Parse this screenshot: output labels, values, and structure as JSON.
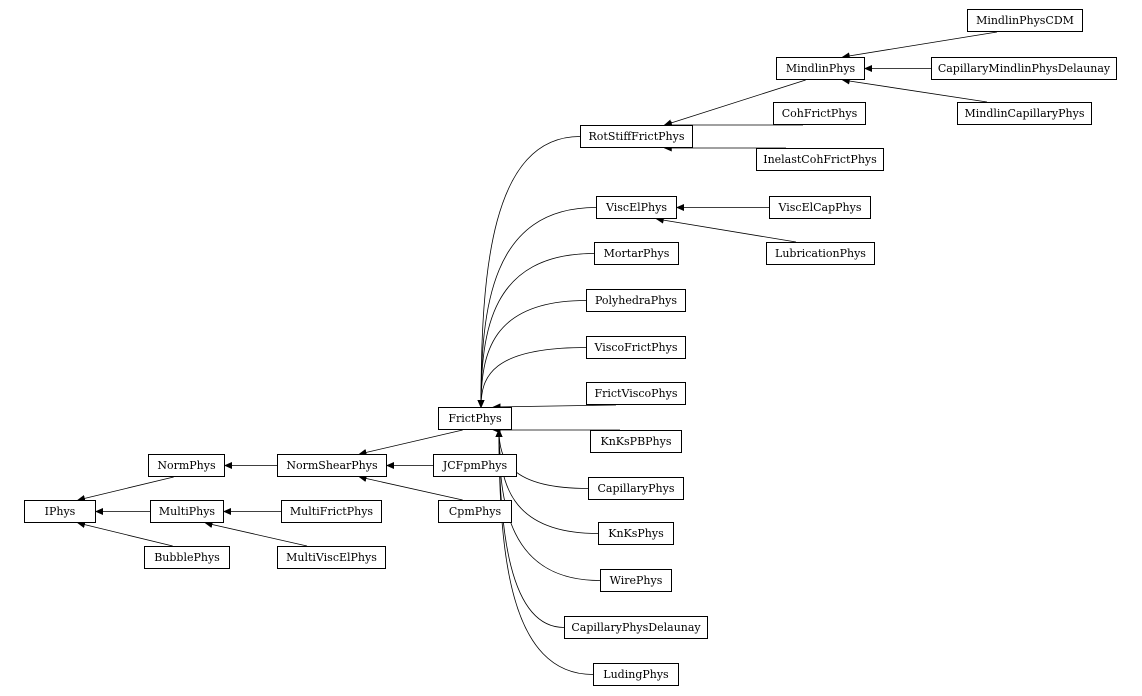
{
  "nodes": [
    {
      "id": "IPhys",
      "label": "IPhys"
    },
    {
      "id": "NormPhys",
      "label": "NormPhys"
    },
    {
      "id": "MultiPhys",
      "label": "MultiPhys"
    },
    {
      "id": "BubblePhys",
      "label": "BubblePhys"
    },
    {
      "id": "NormShearPhys",
      "label": "NormShearPhys"
    },
    {
      "id": "MultiFrictPhys",
      "label": "MultiFrictPhys"
    },
    {
      "id": "MultiViscElPhys",
      "label": "MultiViscElPhys"
    },
    {
      "id": "FrictPhys",
      "label": "FrictPhys"
    },
    {
      "id": "JCFpmPhys",
      "label": "JCFpmPhys"
    },
    {
      "id": "CpmPhys",
      "label": "CpmPhys"
    },
    {
      "id": "RotStiffFrictPhys",
      "label": "RotStiffFrictPhys"
    },
    {
      "id": "ViscElPhys",
      "label": "ViscElPhys"
    },
    {
      "id": "MortarPhys",
      "label": "MortarPhys"
    },
    {
      "id": "PolyhedraPhys",
      "label": "PolyhedraPhys"
    },
    {
      "id": "ViscoFrictPhys",
      "label": "ViscoFrictPhys"
    },
    {
      "id": "FrictViscoPhys",
      "label": "FrictViscoPhys"
    },
    {
      "id": "KnKsPBPhys",
      "label": "KnKsPBPhys"
    },
    {
      "id": "CapillaryPhys",
      "label": "CapillaryPhys"
    },
    {
      "id": "KnKsPhys",
      "label": "KnKsPhys"
    },
    {
      "id": "WirePhys",
      "label": "WirePhys"
    },
    {
      "id": "CapillaryPhysDelaunay",
      "label": "CapillaryPhysDelaunay"
    },
    {
      "id": "LudingPhys",
      "label": "LudingPhys"
    },
    {
      "id": "MindlinPhys",
      "label": "MindlinPhys"
    },
    {
      "id": "CohFrictPhys",
      "label": "CohFrictPhys"
    },
    {
      "id": "InelastCohFrictPhys",
      "label": "InelastCohFrictPhys"
    },
    {
      "id": "ViscElCapPhys",
      "label": "ViscElCapPhys"
    },
    {
      "id": "LubricationPhys",
      "label": "LubricationPhys"
    },
    {
      "id": "MindlinPhysCDM",
      "label": "MindlinPhysCDM"
    },
    {
      "id": "CapillaryMindlinPhysDelaunay",
      "label": "CapillaryMindlinPhysDelaunay"
    },
    {
      "id": "MindlinCapillaryPhys",
      "label": "MindlinCapillaryPhys"
    }
  ],
  "edges": [
    {
      "from": "NormPhys",
      "to": "IPhys"
    },
    {
      "from": "MultiPhys",
      "to": "IPhys"
    },
    {
      "from": "BubblePhys",
      "to": "IPhys"
    },
    {
      "from": "NormShearPhys",
      "to": "NormPhys"
    },
    {
      "from": "MultiFrictPhys",
      "to": "MultiPhys"
    },
    {
      "from": "MultiViscElPhys",
      "to": "MultiPhys"
    },
    {
      "from": "FrictPhys",
      "to": "NormShearPhys"
    },
    {
      "from": "JCFpmPhys",
      "to": "NormShearPhys"
    },
    {
      "from": "CpmPhys",
      "to": "NormShearPhys"
    },
    {
      "from": "RotStiffFrictPhys",
      "to": "FrictPhys"
    },
    {
      "from": "ViscElPhys",
      "to": "FrictPhys"
    },
    {
      "from": "MortarPhys",
      "to": "FrictPhys"
    },
    {
      "from": "PolyhedraPhys",
      "to": "FrictPhys"
    },
    {
      "from": "ViscoFrictPhys",
      "to": "FrictPhys"
    },
    {
      "from": "FrictViscoPhys",
      "to": "FrictPhys"
    },
    {
      "from": "KnKsPBPhys",
      "to": "FrictPhys"
    },
    {
      "from": "CapillaryPhys",
      "to": "FrictPhys"
    },
    {
      "from": "KnKsPhys",
      "to": "FrictPhys"
    },
    {
      "from": "WirePhys",
      "to": "FrictPhys"
    },
    {
      "from": "CapillaryPhysDelaunay",
      "to": "FrictPhys"
    },
    {
      "from": "LudingPhys",
      "to": "FrictPhys"
    },
    {
      "from": "MindlinPhys",
      "to": "RotStiffFrictPhys"
    },
    {
      "from": "CohFrictPhys",
      "to": "RotStiffFrictPhys"
    },
    {
      "from": "InelastCohFrictPhys",
      "to": "RotStiffFrictPhys"
    },
    {
      "from": "ViscElCapPhys",
      "to": "ViscElPhys"
    },
    {
      "from": "LubricationPhys",
      "to": "ViscElPhys"
    },
    {
      "from": "MindlinPhysCDM",
      "to": "MindlinPhys"
    },
    {
      "from": "CapillaryMindlinPhysDelaunay",
      "to": "MindlinPhys"
    },
    {
      "from": "MindlinCapillaryPhys",
      "to": "MindlinPhys"
    }
  ]
}
